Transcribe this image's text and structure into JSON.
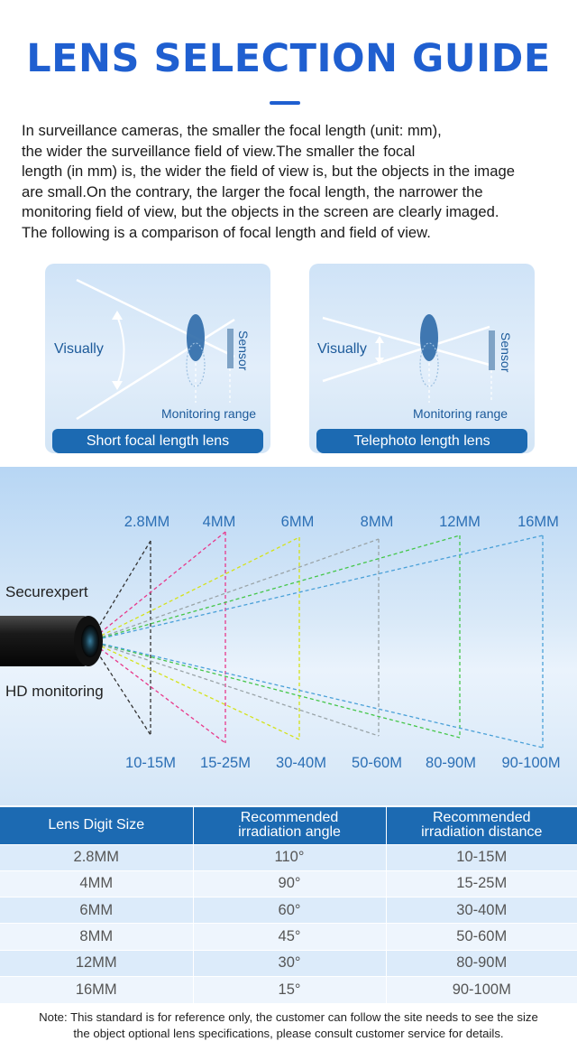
{
  "title": "LENS SELECTION GUIDE",
  "intro_lines": [
    "In surveillance cameras, the smaller the focal length (unit: mm),",
    "the wider the surveillance field of view.The smaller the focal",
    "length (in mm) is, the wider the field of view is, but the objects in the image",
    "are small.On the contrary, the larger the focal length, the narrower the",
    "monitoring field of view, but the objects in the screen are clearly imaged.",
    "The following is a comparison of focal length and field of view."
  ],
  "cards": [
    {
      "visually_label": "Visually",
      "sensor_label": "Sensor",
      "monitoring_label": "Monitoring range",
      "caption": "Short focal length lens"
    },
    {
      "visually_label": "Visually",
      "sensor_label": "Sensor",
      "monitoring_label": "Monitoring range",
      "caption": "Telephoto length lens"
    }
  ],
  "fov": {
    "brand_top": "Securexpert",
    "brand_bottom": "HD monitoring",
    "focal_labels": [
      "2.8MM",
      "4MM",
      "6MM",
      "8MM",
      "12MM",
      "16MM"
    ],
    "distance_labels": [
      "10-15M",
      "15-25M",
      "30-40M",
      "50-60M",
      "80-90M",
      "90-100M"
    ],
    "colors": [
      "#333333",
      "#e8388a",
      "#d4e21a",
      "#9aa4a8",
      "#45c64a",
      "#4aa0d8"
    ]
  },
  "table": {
    "headers": [
      [
        "Lens Digit Size"
      ],
      [
        "Recommended",
        "irradiation angle"
      ],
      [
        "Recommended",
        "irradiation distance"
      ]
    ],
    "rows": [
      [
        "2.8MM",
        "110°",
        "10-15M"
      ],
      [
        "4MM",
        "90°",
        "15-25M"
      ],
      [
        "6MM",
        "60°",
        "30-40M"
      ],
      [
        "8MM",
        "45°",
        "50-60M"
      ],
      [
        "12MM",
        "30°",
        "80-90M"
      ],
      [
        "16MM",
        "15°",
        "90-100M"
      ]
    ]
  },
  "note_lines": [
    "Note: This standard is for reference only, the customer can follow the site needs to see the size",
    "the object optional lens specifications, please consult customer service for details."
  ]
}
